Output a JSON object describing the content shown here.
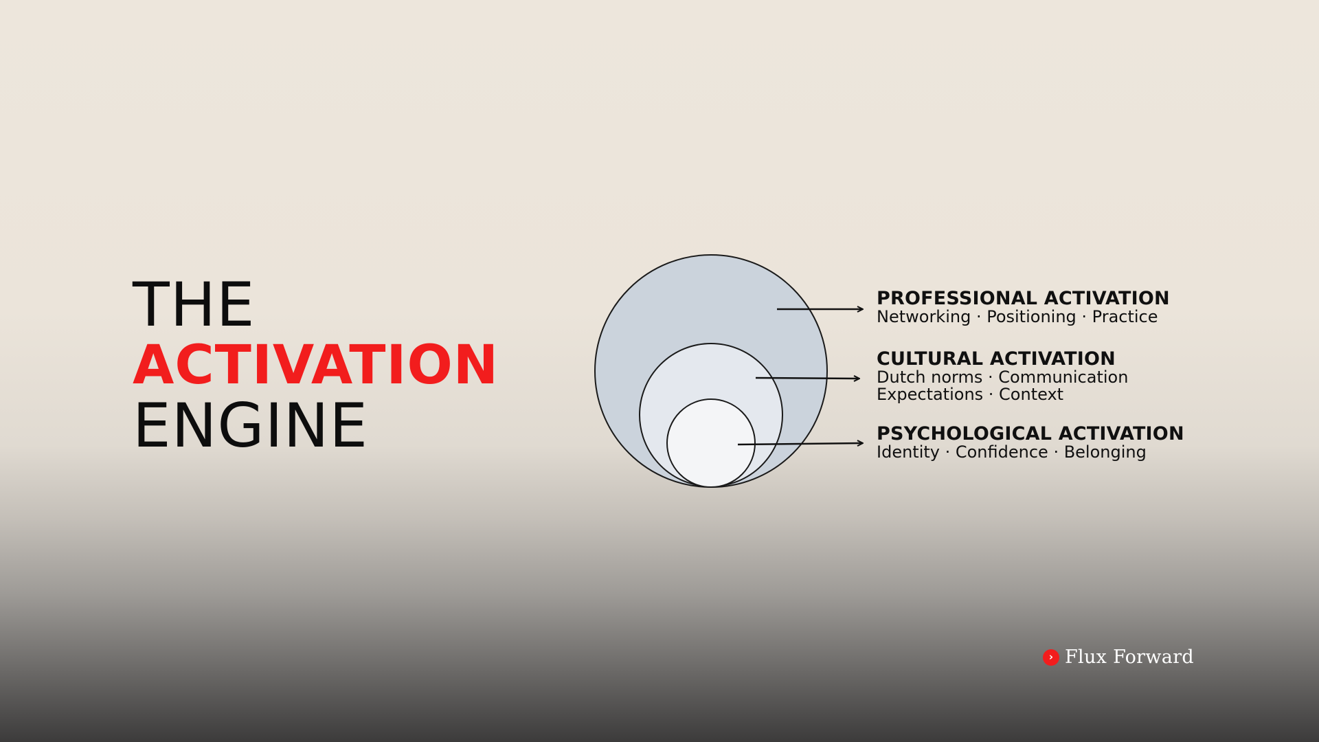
{
  "title": {
    "line1": "THE",
    "line2": "ACTIVATION",
    "line3": "ENGINE"
  },
  "layers": [
    {
      "heading": "PROFESSIONAL ACTIVATION",
      "subtitle_lines": [
        "Networking · Positioning · Practice"
      ]
    },
    {
      "heading": "CULTURAL ACTIVATION",
      "subtitle_lines": [
        "Dutch norms · Communication",
        "Expectations · Context"
      ]
    },
    {
      "heading": "PSYCHOLOGICAL ACTIVATION",
      "subtitle_lines": [
        "Identity · Confidence · Belonging"
      ]
    }
  ],
  "brand": {
    "name": "Flux Forward",
    "icon": "chevron-right-icon"
  },
  "colors": {
    "accent": "#f21d1d",
    "outer_circle": "#cbd3dc",
    "middle_circle": "#e4e8ee",
    "inner_circle": "#f4f5f7"
  }
}
